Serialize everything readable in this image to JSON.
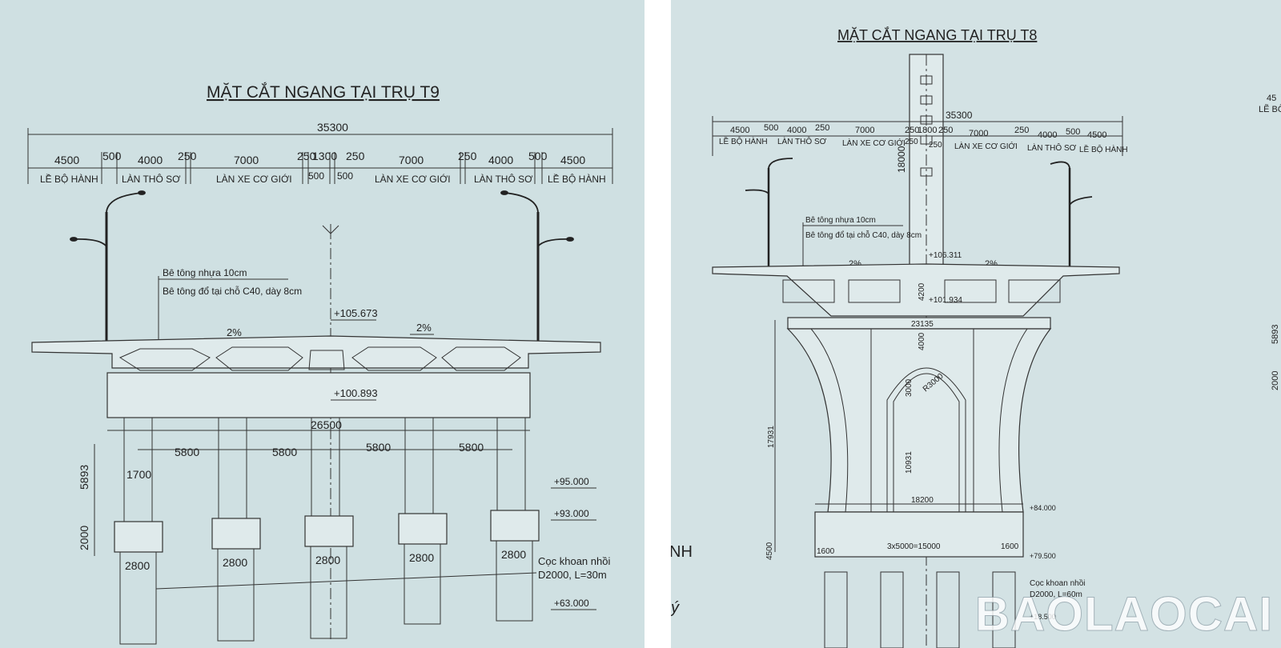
{
  "left": {
    "title": "MẶT CẮT NGANG TẠI TRỤ T9",
    "total_width": "35300",
    "dims_top": [
      "4500",
      "500",
      "4000",
      "250",
      "7000",
      "250",
      "1300",
      "250",
      "7000",
      "250",
      "4000",
      "500",
      "4500"
    ],
    "dims_sub": [
      "500",
      "500"
    ],
    "lanes": [
      "LỀ BỘ HÀNH",
      "LÀN THÔ SƠ",
      "LÀN XE CƠ GIỚI",
      "LÀN XE CƠ GIỚI",
      "LÀN THÔ SƠ",
      "LỀ BỘ HÀNH"
    ],
    "note1": "Bê tông nhựa 10cm",
    "note2": "Bê tông đổ tại chỗ C40, dày 8cm",
    "elev_top": "+105.673",
    "elev_beam": "+100.893",
    "slope_left": "2%",
    "slope_right": "2%",
    "cap_width": "26500",
    "spacings": [
      "5800",
      "5800",
      "5800",
      "5800"
    ],
    "col_width": "1700",
    "height_col": "5893",
    "height_footing": "2000",
    "footing_width": "2800",
    "elev_95": "+95.000",
    "elev_93": "+93.000",
    "elev_63": "+63.000",
    "pile_line1": "Cọc khoan nhồi",
    "pile_line2": "D2000, L=30m"
  },
  "right": {
    "title": "MẶT CẮT NGANG TẠI TRỤ T8",
    "total_width": "35300",
    "dims_top": [
      "4500",
      "500",
      "4000",
      "250",
      "7000",
      "250",
      "1800",
      "250",
      "7000",
      "250",
      "4000",
      "500",
      "4500"
    ],
    "dims_sub": [
      "250",
      "250"
    ],
    "lanes": [
      "LỀ BỘ HÀNH",
      "LÀN THÔ SƠ",
      "LÀN XE CƠ GIỚI",
      "LÀN XE CƠ GIỚI",
      "LÀN THÔ SƠ",
      "LỀ BỘ HÀNH"
    ],
    "note1": "Bê tông nhựa 10cm",
    "note2": "Bê tông đổ tại chỗ C40, dày 8cm",
    "pylon_height": "18000",
    "elev_top": "+106.311",
    "elev_beam": "+101.934",
    "slope_left": "2%",
    "slope_right": "2%",
    "dim_4200": "4200",
    "cap_width": "23135",
    "dim_4000": "4000",
    "dim_3000": "3000",
    "radius": "R3000",
    "dim_17931": "17931",
    "dim_10931": "10931",
    "base_width": "18200",
    "elev_84": "+84.000",
    "elev_79": "+79.500",
    "dim_4500": "4500",
    "edge_1600_left": "1600",
    "edge_1600_right": "1600",
    "pile_spacing": "3x5000=15000",
    "pile_line1": "Cọc khoan nhồi",
    "pile_line2": "D2000, L=60m",
    "elev_18": "+18.500",
    "watermark": "BAOLAOCAI",
    "side_fragment1": "NH",
    "side_fragment2": "ý",
    "edge_dims": [
      "45",
      "LẼ BÔ",
      "5893",
      "2000"
    ]
  }
}
